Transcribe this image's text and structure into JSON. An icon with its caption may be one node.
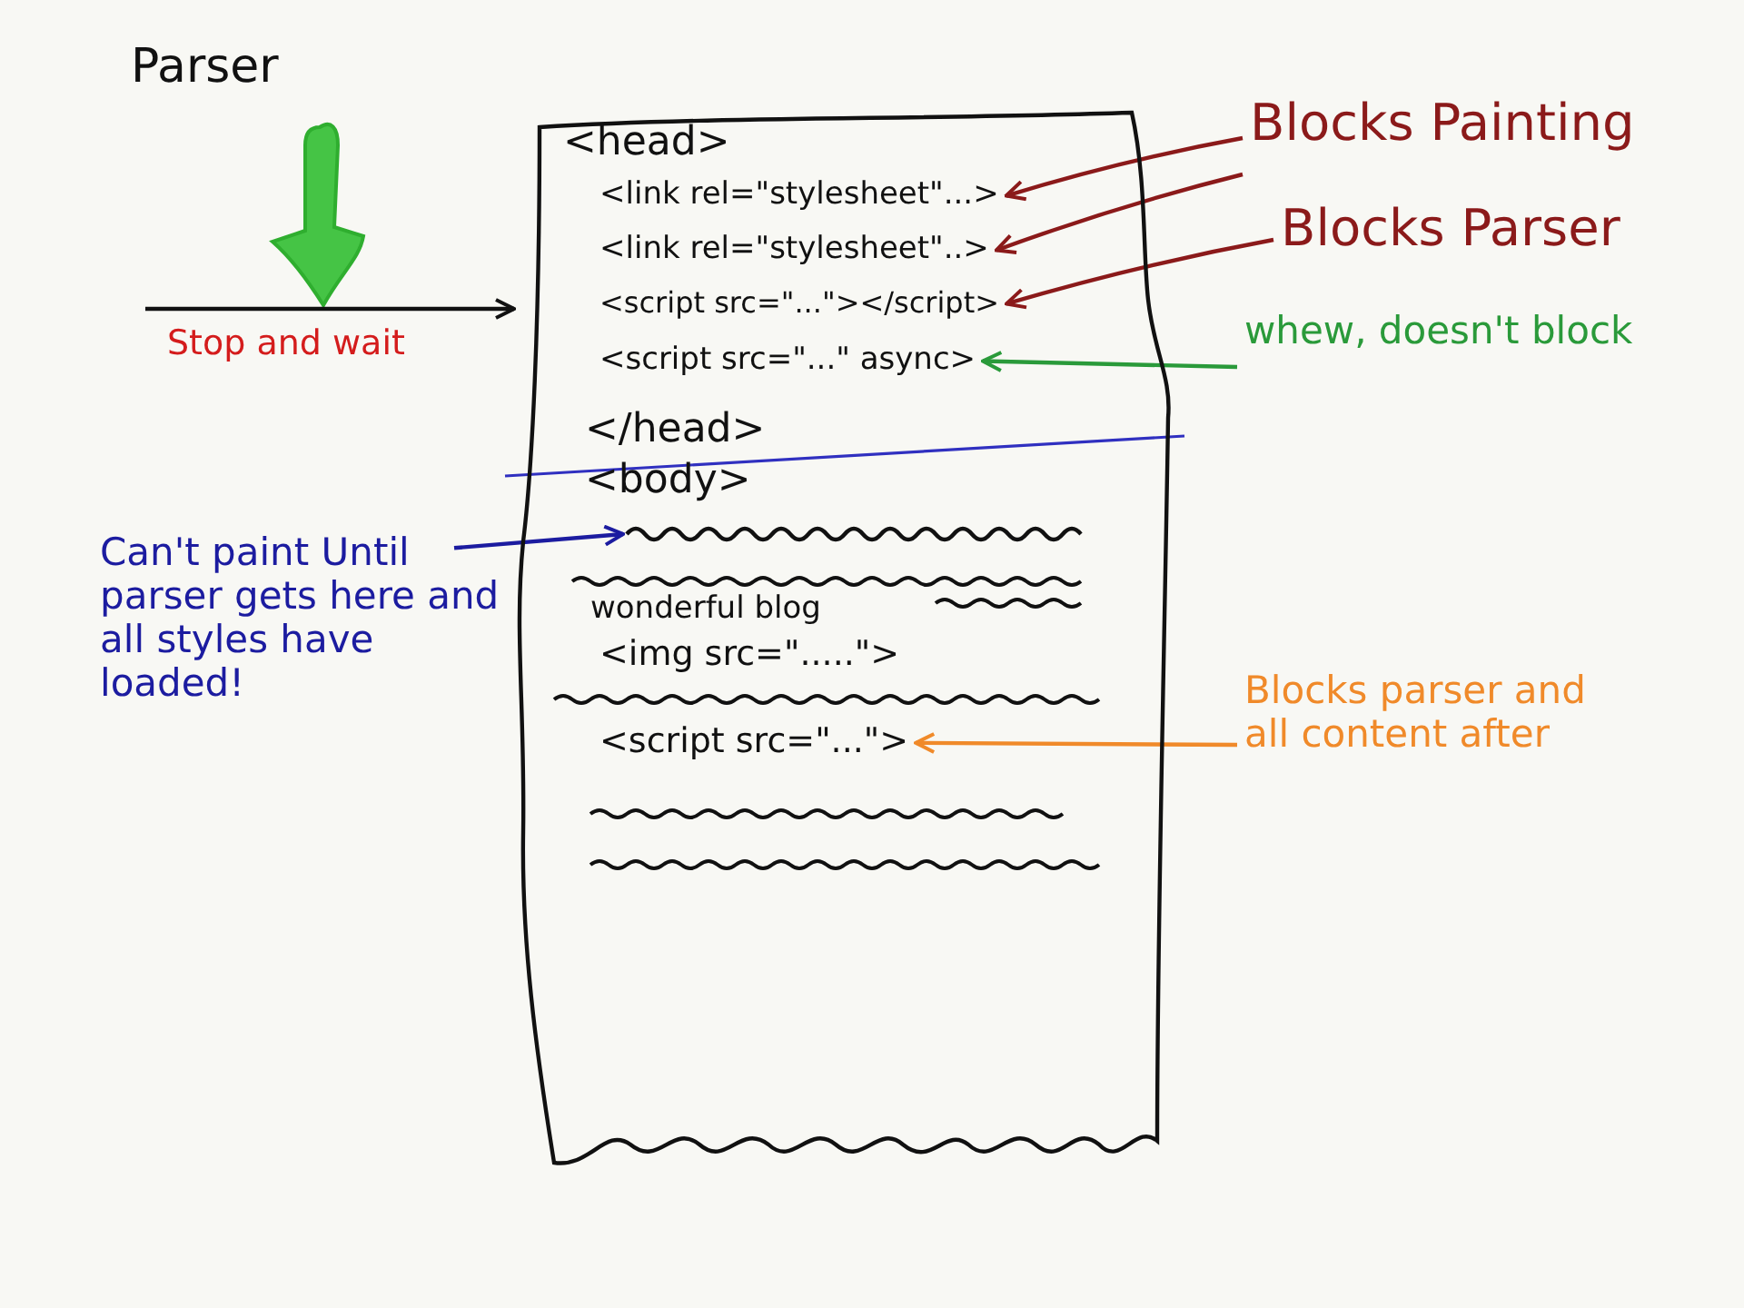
{
  "diagram": {
    "nodes": [
      {
        "text": [],
        "shape": "document"
      },
      {
        "text": [
          "<head>"
        ],
        "in": 0
      },
      {
        "text": [
          "<link rel=\"stylesheet\"...>"
        ],
        "in": 0
      },
      {
        "text": [
          "<link rel=\"stylesheet\"..>"
        ],
        "in": 0
      },
      {
        "text": [
          "<script src=\"...\"></script>"
        ],
        "in": 0
      },
      {
        "text": [
          "<script src=\"...\" async>"
        ],
        "in": 0
      },
      {
        "text": [
          "</head>"
        ],
        "in": 0
      },
      {
        "text": [
          "<body>"
        ],
        "in": 0
      },
      {
        "text": [
          "wonderful blog"
        ],
        "in": 0
      },
      {
        "text": [
          "<img src=\".....\">"
        ],
        "in": 0
      },
      {
        "text": [
          "<script src=\"...\">"
        ],
        "in": 0
      },
      {
        "text": [
          "Blocks Painting"
        ]
      },
      {
        "text": [
          "Blocks Parser"
        ]
      },
      {
        "text": [
          "whew, doesn't block"
        ]
      },
      {
        "text": [
          "Can't paint Until parser gets here and all styles have loaded!"
        ]
      },
      {
        "text": [
          "Blocks parser and all content after"
        ]
      },
      {
        "text": [],
        "shape": "line",
        "in": 0
      }
    ],
    "edges": [
      {
        "from": 11,
        "to": 2,
        "arrow": "to"
      },
      {
        "from": 11,
        "to": 3,
        "arrow": "to"
      },
      {
        "from": 12,
        "to": 4,
        "arrow": "to"
      },
      {
        "from": 13,
        "to": 5,
        "arrow": "to",
        "color": "#2a9a3a"
      },
      {
        "from": 15,
        "to": 10,
        "arrow": "to",
        "color": "#f08a2a"
      },
      {
        "from": 14,
        "to": 16,
        "arrow": "to",
        "color": "#1c1ca0"
      },
      {
        "from": null,
        "to": 0,
        "arrow": "to",
        "label": "Stop and wait",
        "color": "#111111"
      }
    ],
    "labels": [
      "Parser"
    ]
  }
}
